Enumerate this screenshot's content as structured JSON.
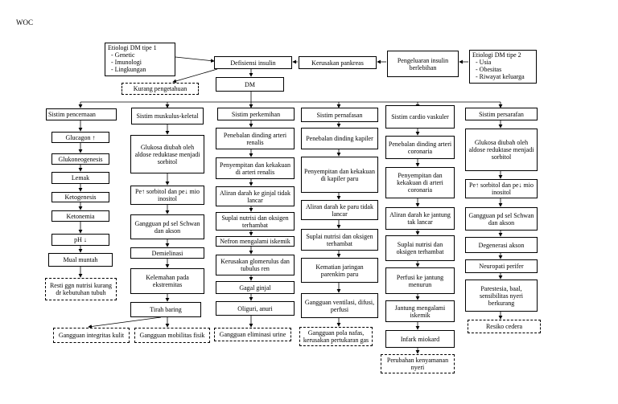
{
  "title": "WOC",
  "etiologi1": {
    "head": "Etiologi DM tipe 1",
    "items": [
      "Genetic",
      "Imunologi",
      "Lingkungan"
    ]
  },
  "etiologi2": {
    "head": "Etiologi DM tipe 2",
    "items": [
      "Usia",
      "Obesitas",
      "Riwayat keluarga"
    ]
  },
  "defisiensi": "Defisiensi insulin",
  "kerusakan": "Kerusakan pankreas",
  "pengeluaran": "Pengeluaran insulin berlebihan",
  "kurang": "Kurang pengetahuan",
  "dm": "DM",
  "col1": {
    "head": "Sistim pencernaan",
    "items": [
      "Glucagon ↑",
      "Glukoneogenesis",
      "Lemak",
      "Ketogenesis",
      "Ketonemia",
      "pH ↓",
      "Mual muntah"
    ],
    "dx": "Resti ggn nutrisi kurang dr kebutuhan tubuh"
  },
  "col2": {
    "head": "Sistim muskulus-keletal",
    "items": [
      "Glukosa diubah oleh aldose reduktase menjadi sorbitol",
      "Pe↑ sorbitol dan pe↓ mio inositol",
      "Gangguan pd sel Schwan dan akson",
      "Demielinasi",
      "Kelemahan pada ekstremitas",
      "Tirah baring"
    ],
    "dx1": "Gangguan integritas kulit",
    "dx2": "Gangguan mobilitas fisik"
  },
  "col3": {
    "head": "Sistim perkemihan",
    "items": [
      "Penebalan dinding arteri renalis",
      "Penyempitan dan kekakuan di arteri renalis",
      "Aliran darah ke ginjal tidak lancar",
      "Suplai nutrisi dan oksigen terhambat",
      "Nefron mengalami iskemik",
      "Kerusakan glomerulus dan tubulus ren",
      "Gagal ginjal",
      "Oliguri, anuri"
    ],
    "dx": "Gangguan eliminasi urine"
  },
  "col4": {
    "head": "Sistim pernafasan",
    "items": [
      "Penebalan dinding kapiler",
      "Penyempitan dan kekakuan di kapiler paru",
      "Aliran darah ke paru tidak lancar",
      "Suplai nutrisi dan oksigen terhambat",
      "Kematian jaringan parenkim paru",
      "Gangguan ventilasi, difusi, perfusi"
    ],
    "dx": "Gangguan pola nafas, kerusakan pertukaran gas"
  },
  "col5": {
    "head": "Sistim cardio vaskuler",
    "items": [
      "Penebalan dinding arteri coronaria",
      "Penyempitan dan kekakuan di arteri coronaria",
      "Aliran darah ke jantung tak lancar",
      "Suplai nutrisi dan oksigen terhambat",
      "Perfusi ke jantung menurun",
      "Jantung mengalami iskemik",
      "Infark miokard"
    ],
    "dx": "Perubahan kenyamanan nyeri"
  },
  "col6": {
    "head": "Sistim persarafan",
    "items": [
      "Glukosa diubah oleh aldose reduktase menjadi sorbitol",
      "Pe↑ sorbitol dan pe↓ mio inositol",
      "Gangguan pd sel Schwan dan akson",
      "Degenerasi akson",
      "Neuropati perifer",
      "Parestesia, baal, sensibilitas nyeri berkurang"
    ],
    "dx": "Resiko cedera"
  }
}
